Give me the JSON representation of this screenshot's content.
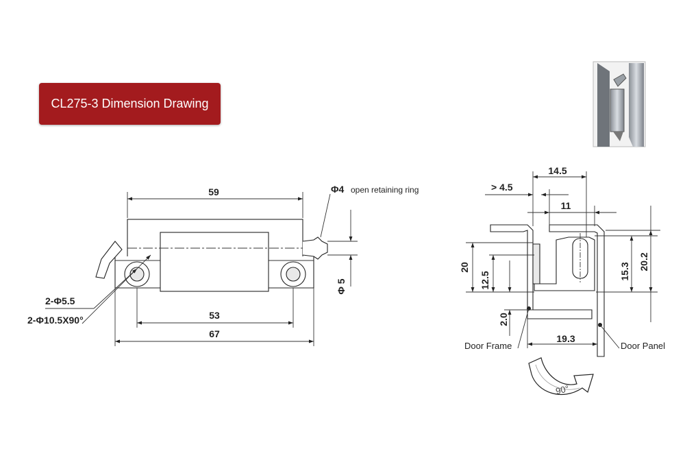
{
  "title": "CL275-3 Dimension Drawing",
  "colors": {
    "title_bg": "#a31b1e",
    "title_text": "#ffffff",
    "line": "#222222"
  },
  "front_view": {
    "dim_59": "59",
    "dim_53": "53",
    "dim_67": "67",
    "pin_diameter": "Φ4",
    "pin_note": "open retaining ring",
    "dim_phi5": "Φ 5",
    "hole_small": "2-Φ5.5",
    "hole_countersink": "2-Φ10.5X90°"
  },
  "side_view": {
    "dim_14_5": "14.5",
    "dim_gt_4_5": "> 4.5",
    "dim_11": "11",
    "dim_20": "20",
    "dim_12_5": "12.5",
    "dim_2_0": "2.0",
    "dim_15_3": "15.3",
    "dim_20_2": "20.2",
    "dim_19_3": "19.3",
    "door_frame": "Door Frame",
    "door_panel": "Door Panel",
    "rotation": "90°"
  }
}
